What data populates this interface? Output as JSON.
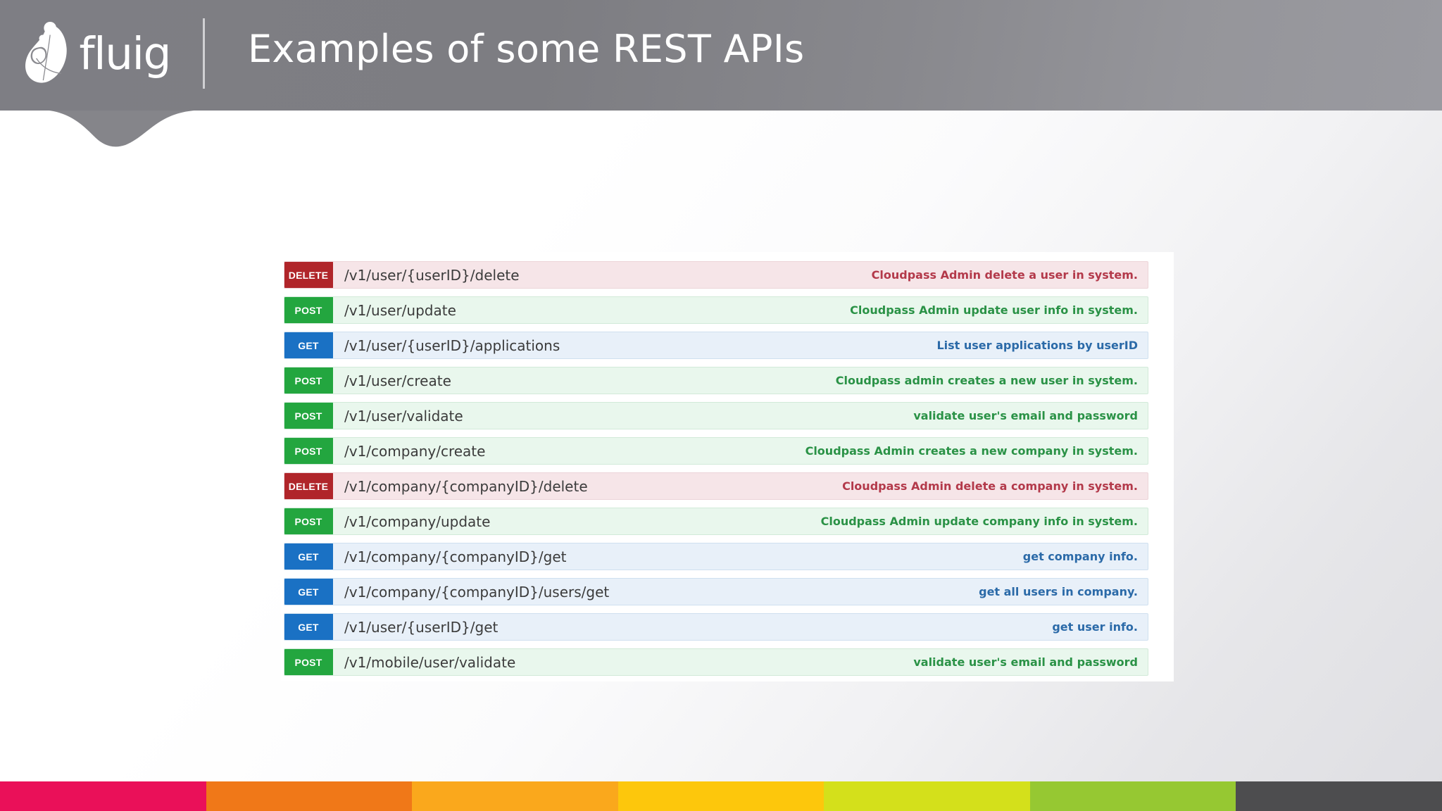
{
  "header": {
    "logo_text": "fluig",
    "logo_mark_name": "fluig-droplet-logo",
    "title": "Examples of some REST APIs",
    "background_color": "#7f7f85",
    "divider_color": "#d7d7da"
  },
  "panel": {
    "background_color": "#ffffff",
    "columns": [
      "method",
      "path",
      "description"
    ],
    "methods": {
      "GET": {
        "badge_color": "#1a71c4",
        "row_bg": "#e8f0f9",
        "row_border": "#cfe0ef",
        "text_color": "#2b6aa8"
      },
      "POST": {
        "badge_color": "#23a63f",
        "row_bg": "#e9f7ed",
        "row_border": "#d2ead9",
        "text_color": "#2a9246"
      },
      "DELETE": {
        "badge_color": "#b0252a",
        "row_bg": "#f6e5e8",
        "row_border": "#ecd4d8",
        "text_color": "#b3394a"
      }
    },
    "rows": [
      {
        "method": "DELETE",
        "path": "/v1/user/{userID}/delete",
        "description": "Cloudpass Admin delete a user in system."
      },
      {
        "method": "POST",
        "path": "/v1/user/update",
        "description": "Cloudpass Admin update user info in system."
      },
      {
        "method": "GET",
        "path": "/v1/user/{userID}/applications",
        "description": "List user applications by userID"
      },
      {
        "method": "POST",
        "path": "/v1/user/create",
        "description": "Cloudpass admin creates a new user in system."
      },
      {
        "method": "POST",
        "path": "/v1/user/validate",
        "description": "validate user's email and password"
      },
      {
        "method": "POST",
        "path": "/v1/company/create",
        "description": "Cloudpass Admin creates a new company in system."
      },
      {
        "method": "DELETE",
        "path": "/v1/company/{companyID}/delete",
        "description": "Cloudpass Admin delete a company in system."
      },
      {
        "method": "POST",
        "path": "/v1/company/update",
        "description": "Cloudpass Admin update company info in system."
      },
      {
        "method": "GET",
        "path": "/v1/company/{companyID}/get",
        "description": "get company info."
      },
      {
        "method": "GET",
        "path": "/v1/company/{companyID}/users/get",
        "description": "get all users in company."
      },
      {
        "method": "GET",
        "path": "/v1/user/{userID}/get",
        "description": "get user info."
      },
      {
        "method": "POST",
        "path": "/v1/mobile/user/validate",
        "description": "validate user's email and password"
      }
    ]
  },
  "footer": {
    "colorbar": [
      "#ea1059",
      "#f07818",
      "#faa81c",
      "#fdc70c",
      "#d4e01b",
      "#96c832",
      "#4d4d4f"
    ]
  }
}
